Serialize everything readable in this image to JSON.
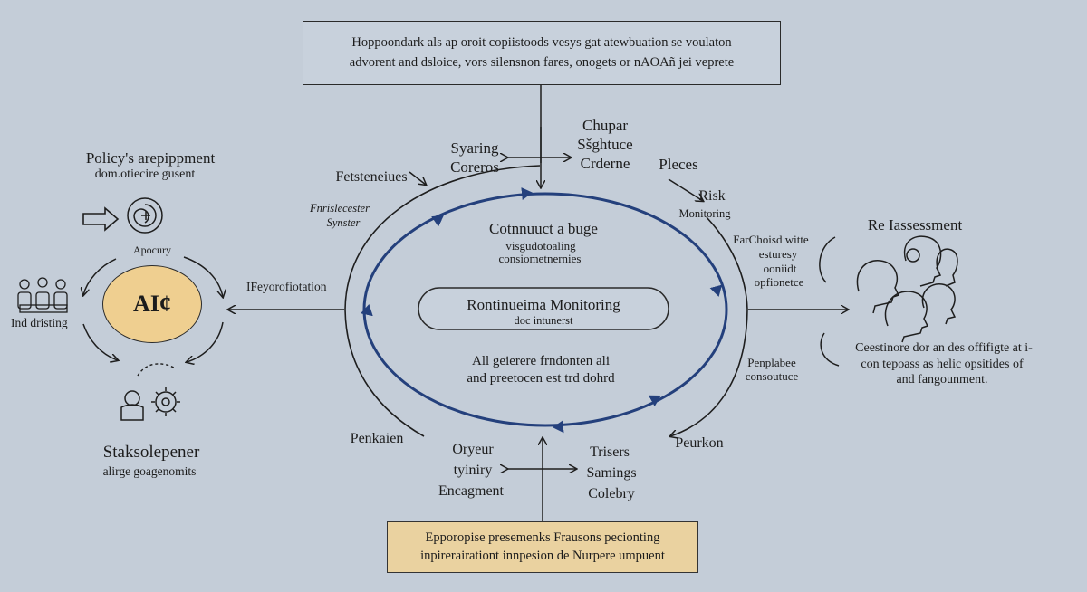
{
  "colors": {
    "background": "#c4cdd8",
    "cycle_ring": "#24407c",
    "ai_fill": "#efcf90",
    "bottom_box_fill": "#ead2a0"
  },
  "top_box": {
    "line1": "Hoppoondark als ap oroit copiistoods vesys gat atewbuation se voulaton",
    "line2": "advorent and dsloice, vors silensnon fares, onogets or nAOAñ jei veprete"
  },
  "bottom_box": {
    "line1": "Epporopise presemenks Frausons pecionting",
    "line2": "inpirerairationt innpesion de Nurpere umpuent"
  },
  "left_section": {
    "title": "Policy's arepippment",
    "subtitle": "dom.otiecire gusent",
    "apocury": "Apocury",
    "ai": "AI¢",
    "ind_label": "Ind dristing",
    "stakeholder_title": "Staksolepener",
    "stakeholder_subtitle": "alirge goagenomits",
    "connector_label": "IFeyorofiotation"
  },
  "cycle": {
    "center_title": "Cotnnuuct a buge",
    "center_sub1": "visgudotoaling",
    "center_sub2": "consiometnernies",
    "monitor_title": "Rontinueima Monitoring",
    "monitor_sub": "doc intunerst",
    "below1": "All geierere frndonten ali",
    "below2": "and preetocen est trd dohrd"
  },
  "labels": {
    "fetsteneiues": "Fetsteneiues",
    "syaring1": "Syaring",
    "syaring2": "Coreros",
    "chupar1": "Chupar",
    "chupar2": "Sšghtuce",
    "chupar3": "Crderne",
    "pleces": "Pleces",
    "risk": "Risk",
    "monitoring": "Monitoring",
    "fnrislecester1": "Fnrislecester",
    "fnrislecester2": "Synster",
    "farchoisd1": "FarChoisd witte",
    "farchoisd2": "esturesy",
    "farchoisd3": "ooniidt",
    "farchoisd4": "opfionetce",
    "penplabee1": "Penplabee",
    "penplabee2": "consoutuce",
    "penkaien": "Penkaien",
    "oryeur1": "Oryeur",
    "oryeur2": "tyiniry",
    "oryeur3": "Encagment",
    "trisers1": "Trisers",
    "trisers2": "Samings",
    "trisers3": "Colebry",
    "peurkon": "Peurkon"
  },
  "right_section": {
    "title": "Re Iassessment",
    "line1": "Ceestinore dor an des offifigte at i-",
    "line2": "con tepoass as helic opsitides of",
    "line3": "and fangounment."
  }
}
